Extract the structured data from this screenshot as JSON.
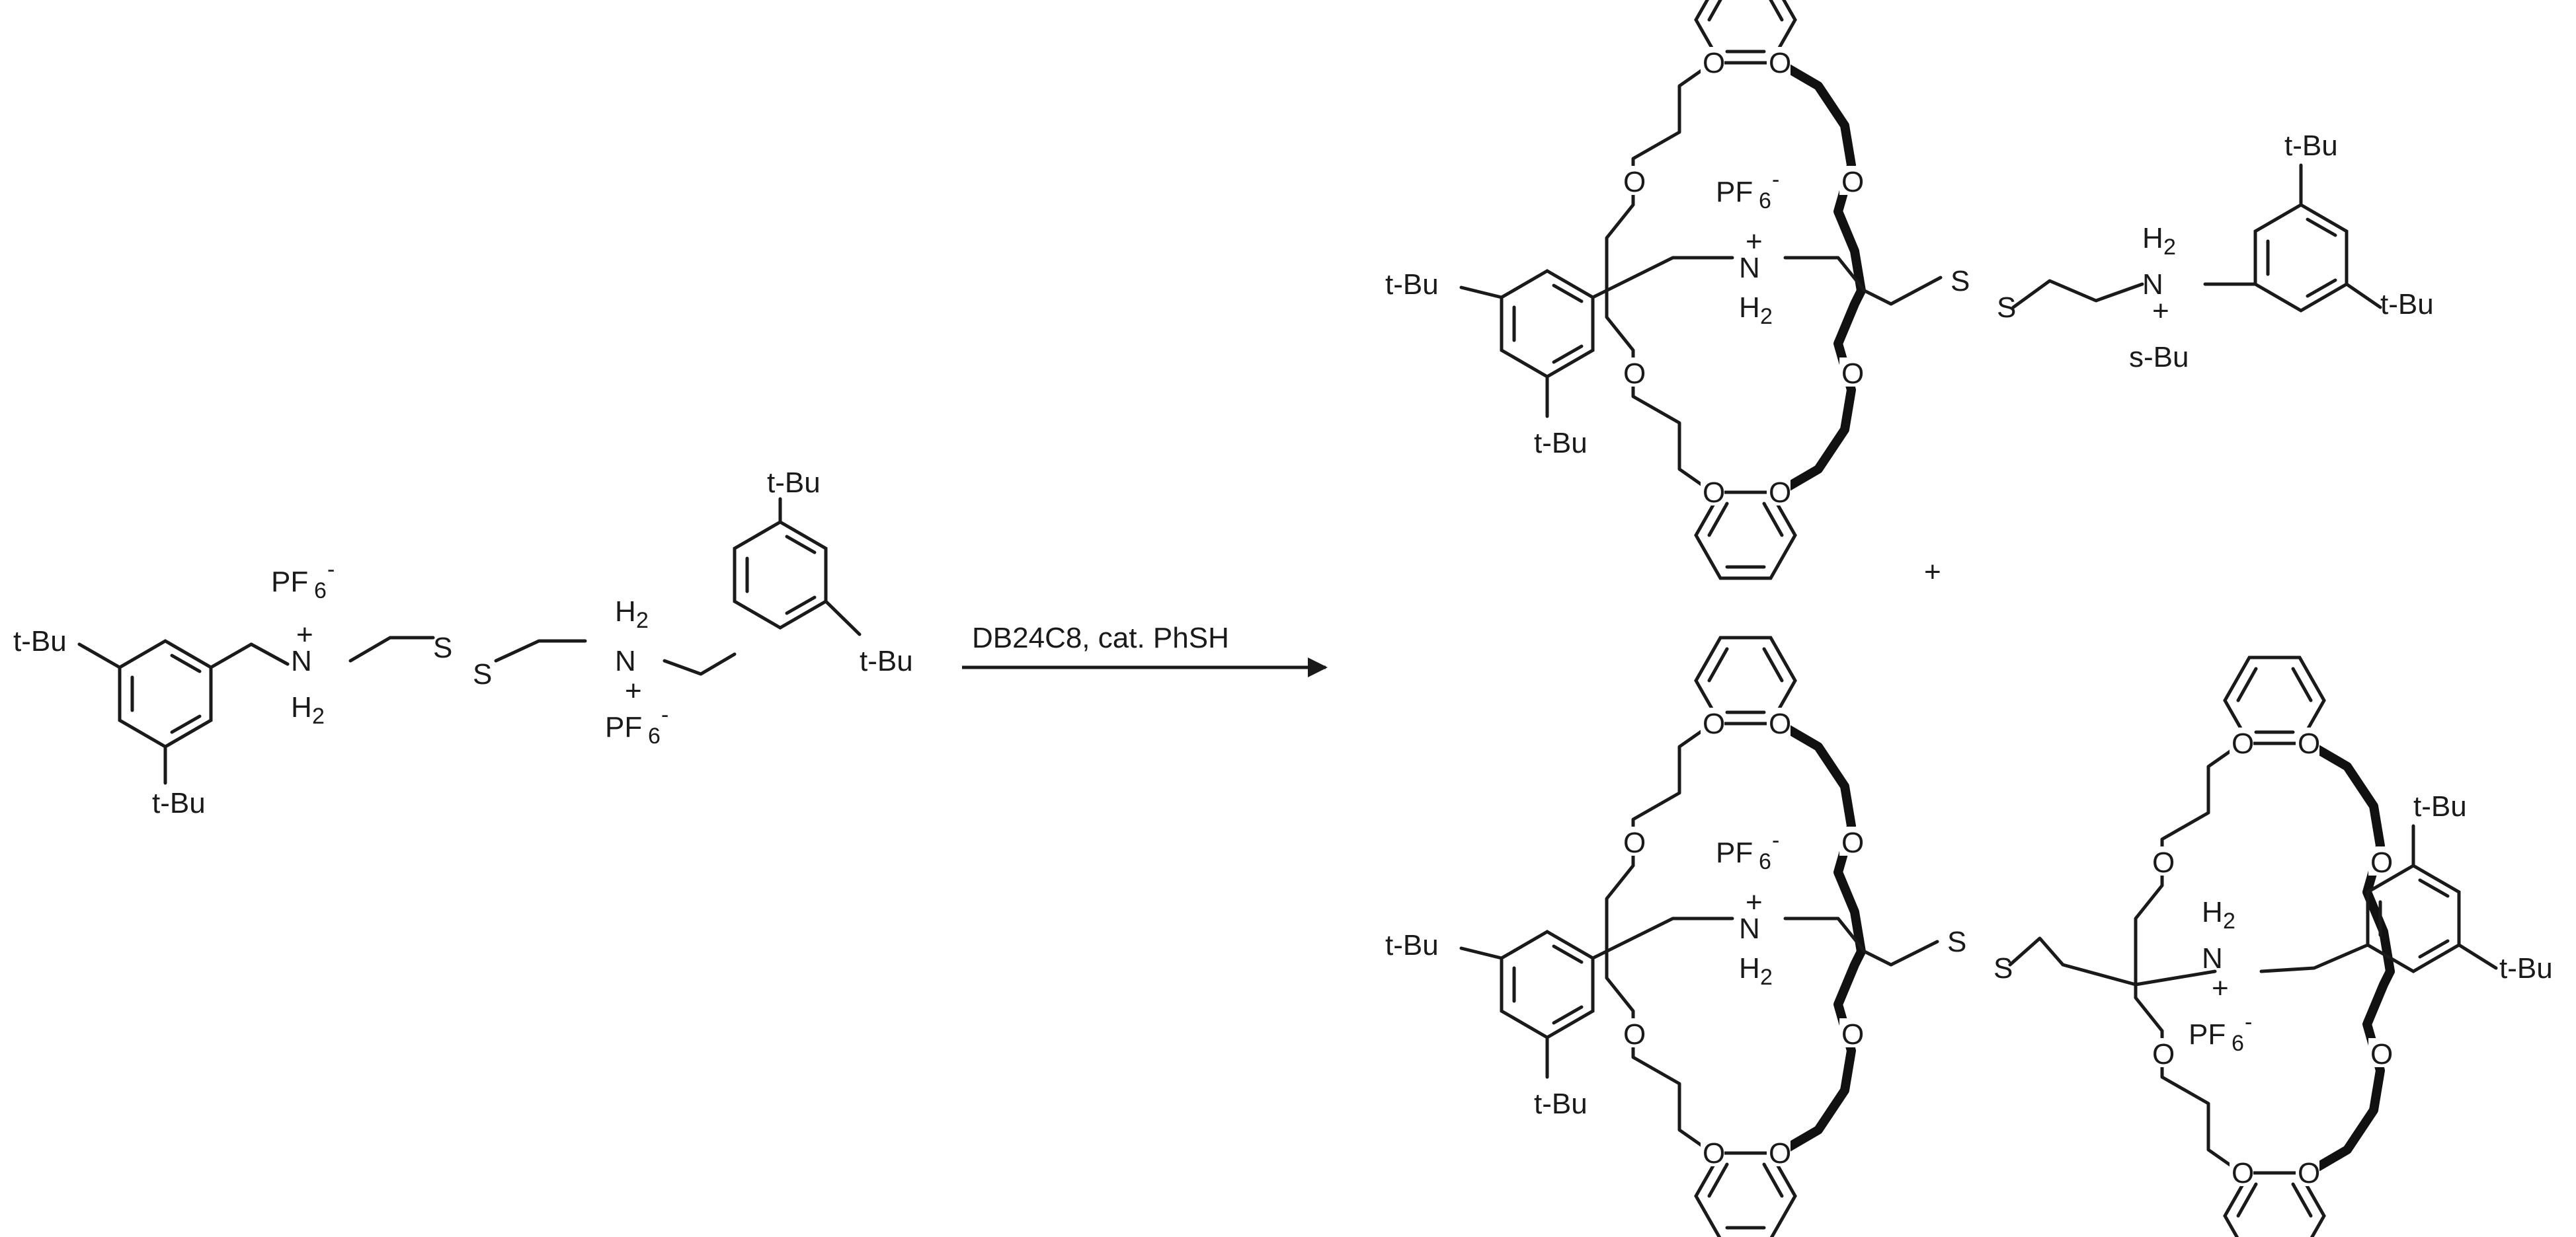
{
  "scheme": {
    "reaction_condition": "DB24C8, cat. PhSH",
    "plus_between_products": "+",
    "labels": {
      "t_bu": "t-Bu",
      "s_bu": "s-Bu",
      "pf6_main": "PF",
      "pf6_sub": "6",
      "pf6_charge": "-",
      "nitrogen": "N",
      "h2_main": "H",
      "h2_sub": "2",
      "plus_charge": "+",
      "sulfur": "S",
      "oxygen": "O"
    }
  }
}
